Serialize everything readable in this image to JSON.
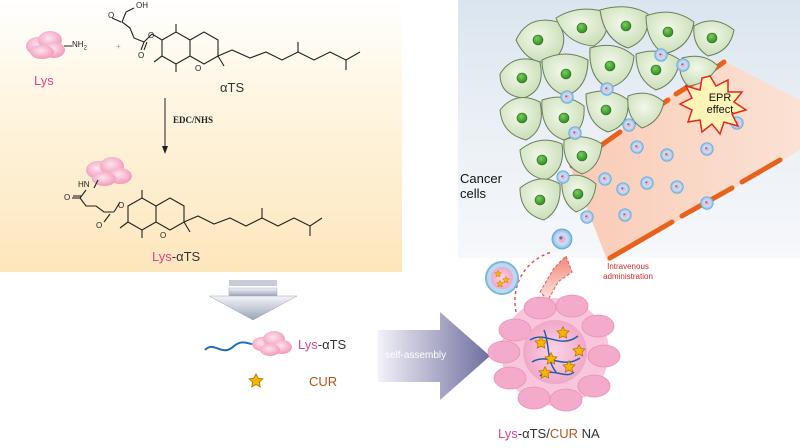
{
  "synthesis": {
    "lys_label": "Lys",
    "plus_sign": "+",
    "nh2_label": "NH",
    "nh2_sub": "2",
    "atts_label": "αTS",
    "reagent_label": "EDC/NHS",
    "product_lys": "Lys",
    "product_atts": "-αTS",
    "hn_label": "HN"
  },
  "legend": {
    "conjugate_lys": "Lys",
    "conjugate_atts": "-αTS",
    "cur_label": "CUR"
  },
  "assembly": {
    "arrow_label": "self-assembly",
    "na_lys": "Lys",
    "na_atts": "-αTS/",
    "na_cur": "CUR",
    "na_suffix": " NA"
  },
  "tumor": {
    "cancer_cells_label": "Cancer cells",
    "epr_label": "EPR effect",
    "iv_label": "Intravenous administration"
  }
}
